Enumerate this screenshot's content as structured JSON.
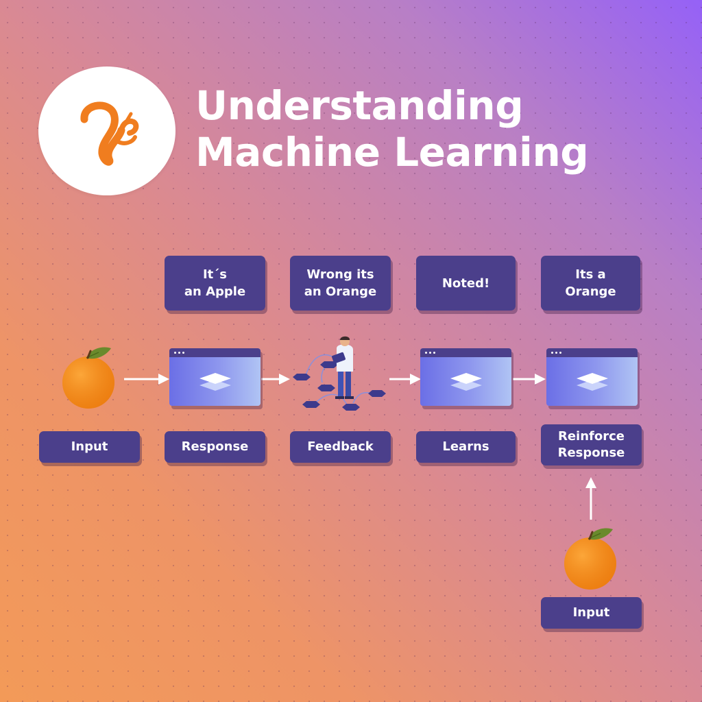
{
  "header": {
    "title_line1": "Understanding",
    "title_line2": "Machine Learning",
    "logo_icon": "squirrel-logo-icon",
    "logo_color": "#f07d1f"
  },
  "bubbles": [
    "It´s\nan Apple",
    "Wrong its\nan Orange",
    "Noted!",
    "Its a\nOrange"
  ],
  "stages": [
    "Input",
    "Response",
    "Feedback",
    "Learns",
    "Reinforce\nResponse"
  ],
  "bottom_input": "Input",
  "icons": {
    "input": "orange-fruit-icon",
    "response": "layers-window-icon",
    "feedback": "person-network-icon",
    "learns": "layers-window-icon",
    "reinforce": "layers-window-icon",
    "arrow": "arrow-right-icon",
    "arrow_up": "arrow-up-icon"
  },
  "colors": {
    "box_fill": "#4b3f8b",
    "text": "#ffffff",
    "gradient_top_right": "#9561f7",
    "gradient_bottom_left": "#f39a58"
  }
}
